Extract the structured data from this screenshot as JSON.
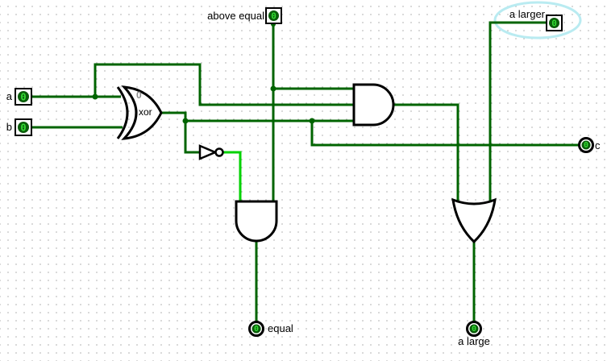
{
  "app": {
    "name": "logic circuit canvas (comparator)"
  },
  "colors": {
    "wire_low": "#006400",
    "wire_high": "#00d200",
    "gate_stroke": "#000000",
    "grid_dot": "#9a9a9a",
    "highlight_ellipse": "#b9ebf1",
    "pin_disc": "#0a5c0a",
    "pin_value": "#33dd33"
  },
  "pins": {
    "a": {
      "label": "a",
      "value": "0"
    },
    "b": {
      "label": "b",
      "value": "0"
    },
    "above_equal": {
      "label": "above equal",
      "value": "0"
    },
    "a_larger": {
      "label": "a larger",
      "value": "0"
    },
    "c": {
      "label": "c",
      "value": "0"
    },
    "equal": {
      "label": "equal",
      "value": "0"
    },
    "a_large": {
      "label": "a large",
      "value": "0"
    }
  },
  "gates": {
    "xor": {
      "label": "xor",
      "value_hint": "0"
    }
  }
}
